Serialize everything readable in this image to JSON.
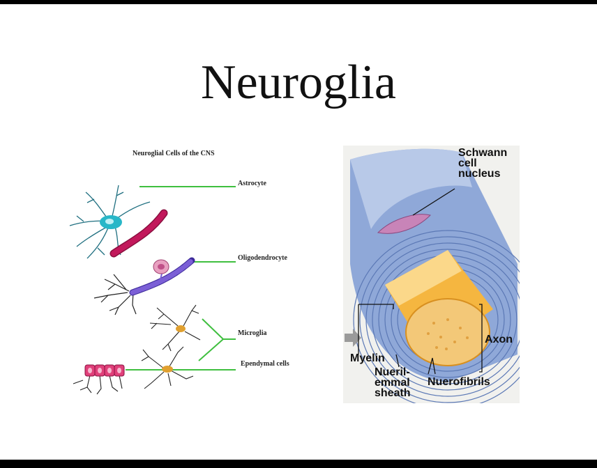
{
  "slide": {
    "title": "Neuroglia"
  },
  "left_figure": {
    "caption": "Neuroglial Cells of the CNS",
    "labels": {
      "astrocyte": "Astrocyte",
      "oligodendrocyte": "Oligodendrocyte",
      "microglia": "Microglia",
      "ependymal": "Ependymal cells"
    },
    "colors": {
      "leader_line": "#3fbf3f",
      "astrocyte": "#28b7c8",
      "axon": "#c2185b",
      "oligodendrocyte": "#7b5fd6",
      "microglia": "#e0a030",
      "ependymal": "#e0407a"
    }
  },
  "right_figure": {
    "labels": {
      "schwann_line1": "Schwann",
      "schwann_line2": "cell",
      "schwann_line3": "nucleus",
      "axon": "Axon",
      "myelin": "Myelin",
      "neurilemmal_line1": "Nueril-",
      "neurilemmal_line2": "emmal",
      "neurilemmal_line3": "sheath",
      "neurofibrils": "Nuerofibrils"
    },
    "colors": {
      "myelin": "#8fa8d8",
      "axon": "#f5b640",
      "nucleus": "#c884b8"
    }
  }
}
